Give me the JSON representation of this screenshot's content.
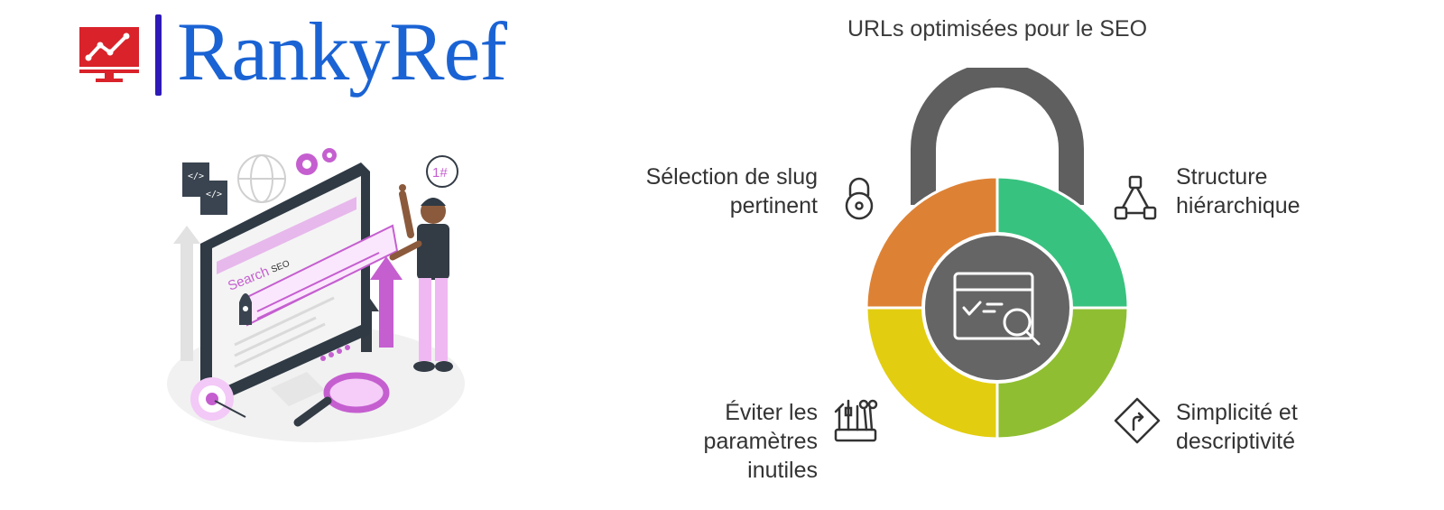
{
  "brand": {
    "name": "RankyRef",
    "colors": {
      "icon": "#d9222a",
      "bar": "#2e1ab8",
      "text": "#1a63d4"
    }
  },
  "illustration": {
    "search_word": "Search",
    "search_query": "SEO",
    "badge": "1#"
  },
  "diagram": {
    "title": "URLs optimisées pour le SEO",
    "shackle_color": "#5f5f5f",
    "center_color": "#656565",
    "center_icon": "browser-search-icon",
    "segments": [
      {
        "position": "top-left",
        "label": "Sélection de slug\npertinent",
        "color": "#dd8235",
        "icon": "padlock-icon"
      },
      {
        "position": "top-right",
        "label": "Structure\nhiérarchique",
        "color": "#38c27f",
        "icon": "hierarchy-icon"
      },
      {
        "position": "bottom-left",
        "label": "Éviter les\nparamètres\ninutiles",
        "color": "#e3cd10",
        "icon": "tools-icon"
      },
      {
        "position": "bottom-right",
        "label": "Simplicité et\ndescriptivité",
        "color": "#8fbe32",
        "icon": "road-sign-icon"
      }
    ]
  }
}
